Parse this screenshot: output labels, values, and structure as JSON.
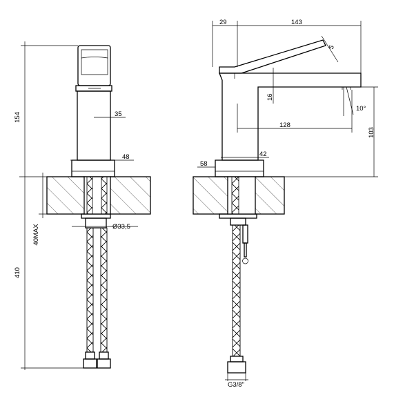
{
  "dimensions": {
    "front_height": "154",
    "body_width": "35",
    "base_width": "48",
    "deck_thickness_max": "40MAX",
    "fixing_diameter": "Ø33,5",
    "hose_length": "410",
    "lever_offset": "29",
    "total_length": "143",
    "lever_thickness": "5",
    "spout_opening": "16",
    "spout_angle": "10°",
    "spout_reach": "128",
    "spout_height": "103",
    "base_height": "58",
    "base_depth": "42",
    "connection_thread": "G3/8\""
  }
}
